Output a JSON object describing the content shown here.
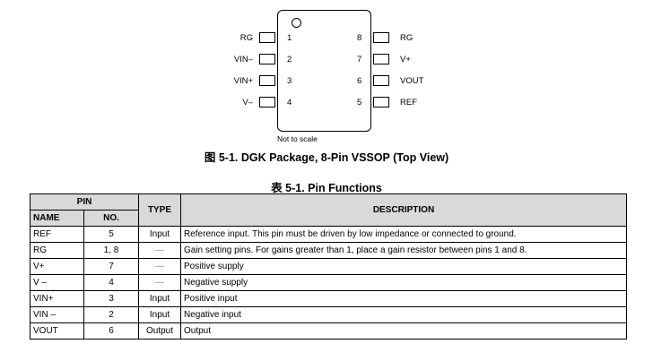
{
  "figure": {
    "left_pins": [
      {
        "name": "RG",
        "number": "1"
      },
      {
        "name": "VIN–",
        "number": "2"
      },
      {
        "name": "VIN+",
        "number": "3"
      },
      {
        "name": "V–",
        "number": "4"
      }
    ],
    "right_pins": [
      {
        "name": "RG",
        "number": "8"
      },
      {
        "name": "V+",
        "number": "7"
      },
      {
        "name": "VOUT",
        "number": "6"
      },
      {
        "name": "REF",
        "number": "5"
      }
    ],
    "note": "Not to scale",
    "caption_prefix": "图",
    "caption": "5-1. DGK Package, 8-Pin VSSOP (Top View)"
  },
  "table": {
    "caption_prefix": "表",
    "caption": "5-1. Pin Functions",
    "headers": {
      "pin": "PIN",
      "type": "TYPE",
      "description": "DESCRIPTION",
      "name": "NAME",
      "no": "NO."
    },
    "rows": [
      {
        "name": "REF",
        "no": "5",
        "type": "Input",
        "description": "Reference input. This pin must be driven by low impedance or connected to ground."
      },
      {
        "name": "RG",
        "no": "1, 8",
        "type": "—",
        "description": "Gain setting pins. For gains greater than 1, place a gain resistor between pins 1 and 8."
      },
      {
        "name": "V+",
        "no": "7",
        "type": "—",
        "description": "Positive supply"
      },
      {
        "name": "V –",
        "no": "4",
        "type": "—",
        "description": "Negative supply"
      },
      {
        "name": "VIN+",
        "no": "3",
        "type": "Input",
        "description": "Positive input"
      },
      {
        "name": "VIN –",
        "no": "2",
        "type": "Input",
        "description": "Negative input"
      },
      {
        "name": "VOUT",
        "no": "6",
        "type": "Output",
        "description": "Output"
      }
    ]
  }
}
